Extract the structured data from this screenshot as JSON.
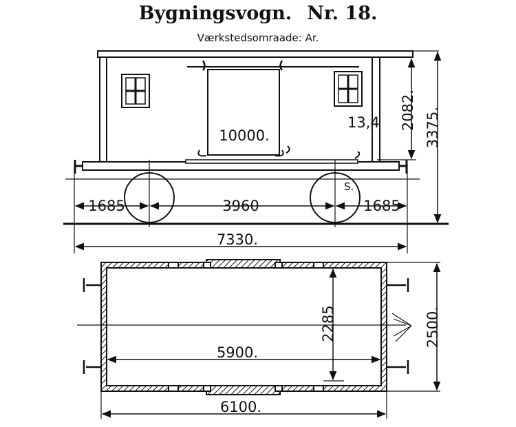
{
  "header": {
    "title": "Bygningsvogn.",
    "number": "Nr. 18.",
    "subtitle": "Værkstedsomraade: Ar."
  },
  "side_view": {
    "height_total": "3375.",
    "height_body": "2082.",
    "label_weight": "10000.",
    "label_area": "13,4",
    "label_s": "S.",
    "overhang_left": "1685",
    "wheelbase": "3960",
    "overhang_right": "1685",
    "length_total": "7330."
  },
  "plan_view": {
    "inner_width": "2285",
    "outer_width": "2500.",
    "inner_length": "5900.",
    "outer_length": "6100."
  }
}
